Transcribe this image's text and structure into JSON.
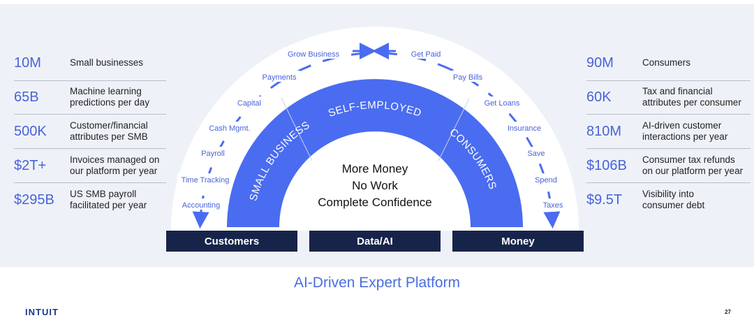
{
  "left_stats": [
    {
      "value": "10M",
      "desc": "Small businesses"
    },
    {
      "value": "65B",
      "desc": "Machine learning\npredictions per day"
    },
    {
      "value": "500K",
      "desc": "Customer/financial\nattributes per SMB"
    },
    {
      "value": "$2T+",
      "desc": "Invoices managed on\nour platform per year"
    },
    {
      "value": "$295B",
      "desc": "US SMB payroll\nfacilitated per year"
    }
  ],
  "right_stats": [
    {
      "value": "90M",
      "desc": "Consumers"
    },
    {
      "value": "60K",
      "desc": "Tax and financial\nattributes per consumer"
    },
    {
      "value": "810M",
      "desc": "AI-driven customer\ninteractions per year"
    },
    {
      "value": "$106B",
      "desc": "Consumer tax refunds\non our platform per year"
    },
    {
      "value": "$9.5T",
      "desc": "Visibility into\nconsumer debt"
    }
  ],
  "left_arc_labels": [
    "Accounting",
    "Time Tracking",
    "Payroll",
    "Cash Mgmt.",
    "Capital",
    "Payments",
    "Grow Business"
  ],
  "right_arc_labels": [
    "Get Paid",
    "Pay Bills",
    "Get Loans",
    "Insurance",
    "Save",
    "Spend",
    "Taxes"
  ],
  "segments": [
    "SMALL BUSINESS",
    "SELF-EMPLOYED",
    "CONSUMERS"
  ],
  "center_text": [
    "More Money",
    "No Work",
    "Complete Confidence"
  ],
  "bars": [
    "Customers",
    "Data/AI",
    "Money"
  ],
  "title": "AI-Driven Expert Platform",
  "logo": "INTUIT",
  "page_number": "27",
  "colors": {
    "accent": "#4a6cf0",
    "navy": "#17244a",
    "panel": "#eef2f8"
  }
}
